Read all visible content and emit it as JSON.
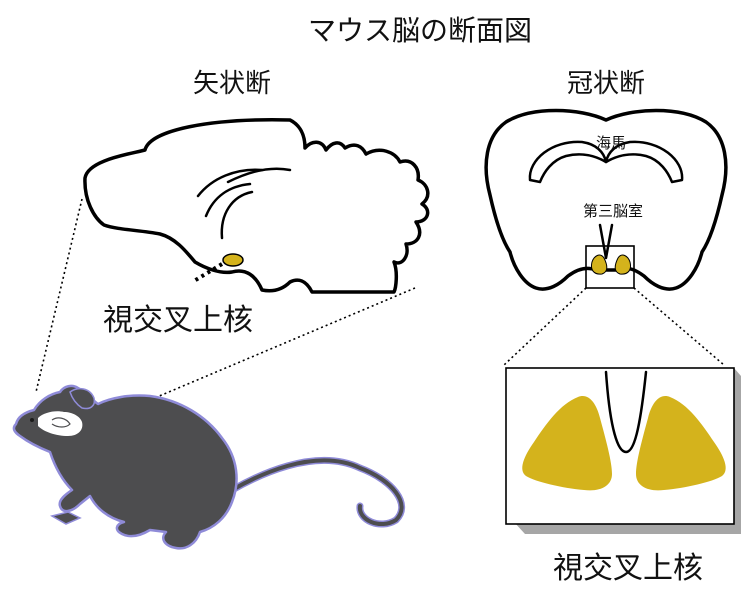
{
  "title": "マウス脳の断面図",
  "sagittal": {
    "heading": "矢状断",
    "scn_label": "視交叉上核"
  },
  "coronal": {
    "heading": "冠状断",
    "hippocampus_label": "海馬",
    "third_ventricle_label": "第三脳室"
  },
  "magnified": {
    "scn_label": "視交叉上核"
  },
  "colors": {
    "scn_fill": "#D4B31C",
    "mouse_body": "#4D4D4F",
    "mouse_outline": "#8F8BD8",
    "brain_outline": "#000000"
  }
}
